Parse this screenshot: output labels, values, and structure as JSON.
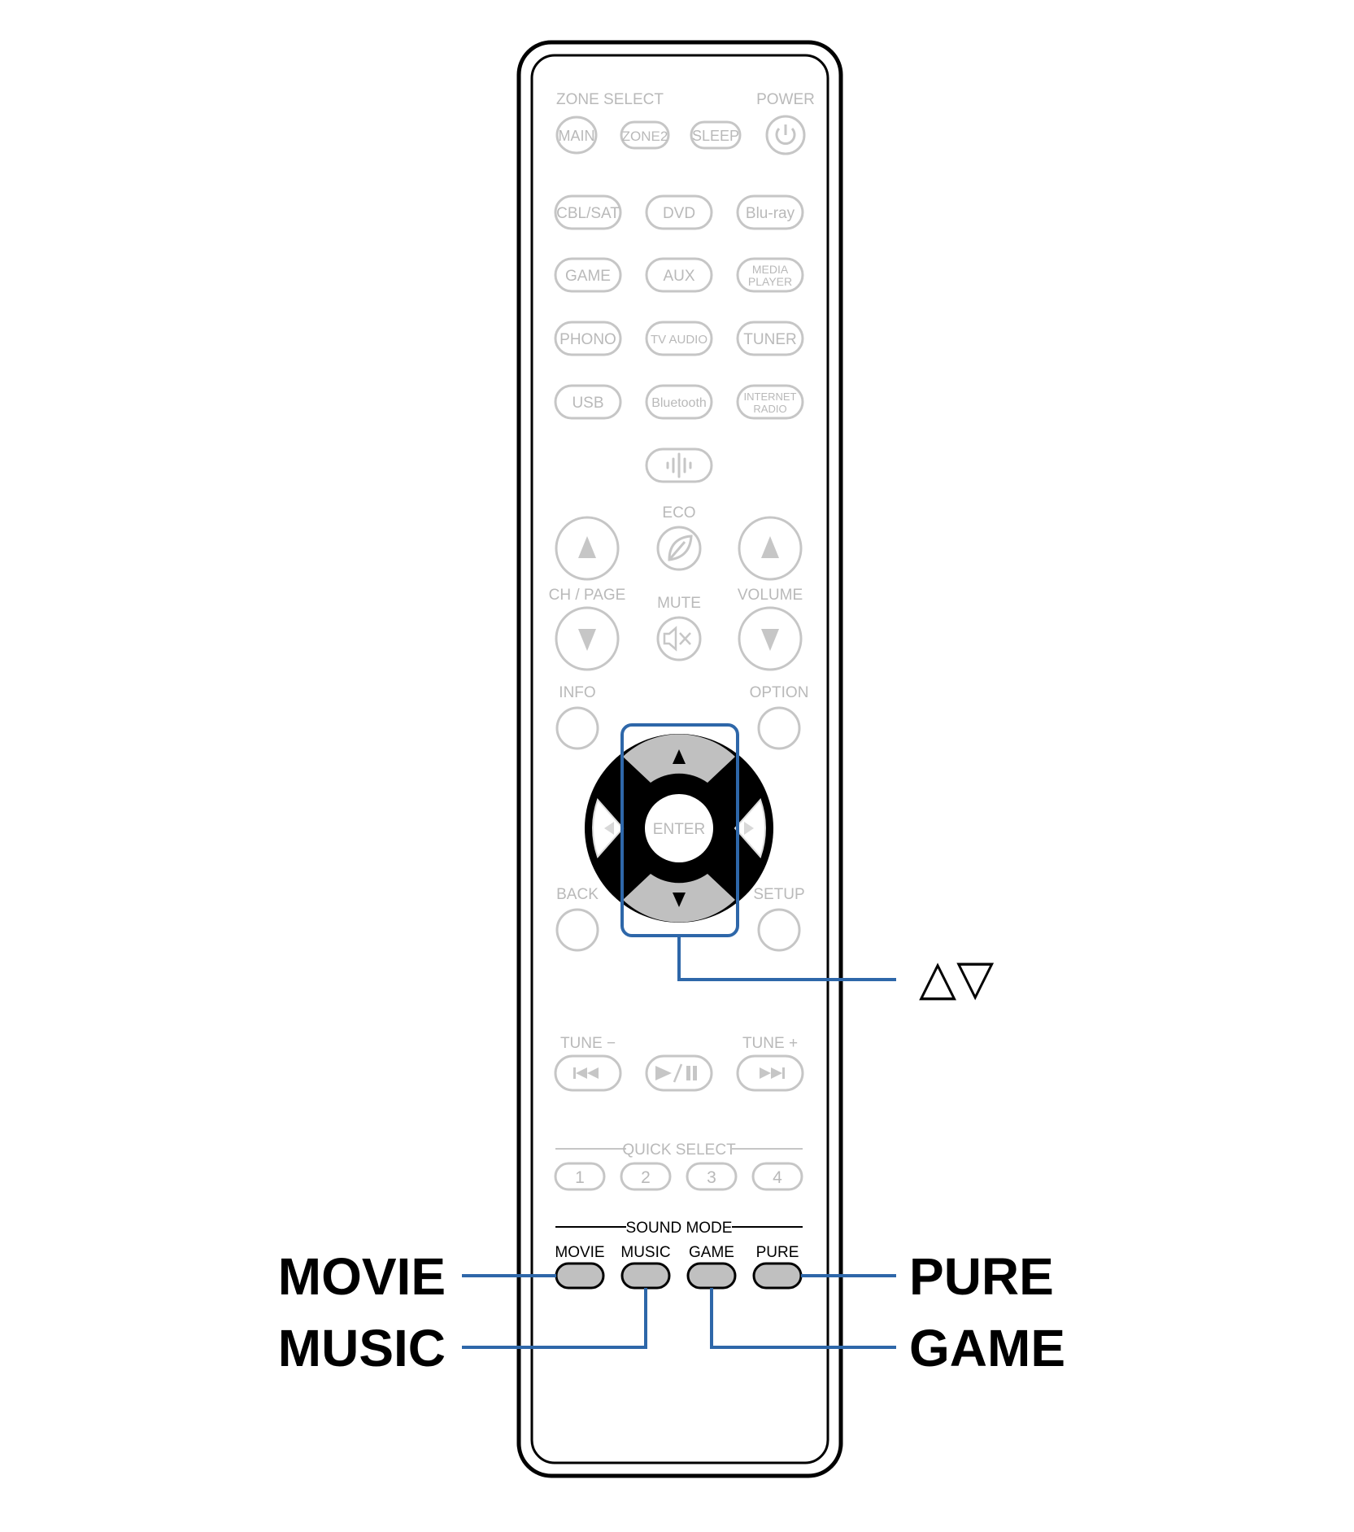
{
  "zone_select": {
    "label": "ZONE SELECT",
    "main": "MAIN",
    "zone2": "ZONE2",
    "sleep": "SLEEP"
  },
  "power": {
    "label": "POWER",
    "icon": "power-icon"
  },
  "inputs": {
    "cbl_sat": "CBL/SAT",
    "dvd": "DVD",
    "bluray": "Blu-ray",
    "game": "GAME",
    "aux": "AUX",
    "media_player_1": "MEDIA",
    "media_player_2": "PLAYER",
    "phono": "PHONO",
    "tv_audio": "TV AUDIO",
    "tuner": "TUNER",
    "usb": "USB",
    "bluetooth": "Bluetooth",
    "internet_radio_1": "INTERNET",
    "internet_radio_2": "RADIO",
    "heos_icon": "heos-icon"
  },
  "eco": {
    "label": "ECO",
    "icon": "leaf-icon"
  },
  "ch_page": {
    "label": "CH / PAGE"
  },
  "mute": {
    "label": "MUTE",
    "icon": "speaker-mute-icon"
  },
  "volume": {
    "label": "VOLUME"
  },
  "info": {
    "label": "INFO"
  },
  "option": {
    "label": "OPTION"
  },
  "cursor": {
    "enter": "ENTER",
    "up_icon": "up-arrow-icon",
    "down_icon": "down-arrow-icon"
  },
  "back": {
    "label": "BACK"
  },
  "setup": {
    "label": "SETUP"
  },
  "tune": {
    "minus": "TUNE −",
    "plus": "TUNE +"
  },
  "quick_select": {
    "label": "QUICK SELECT",
    "buttons": [
      "1",
      "2",
      "3",
      "4"
    ]
  },
  "sound_mode": {
    "label": "SOUND MODE",
    "movie": "MOVIE",
    "music": "MUSIC",
    "game": "GAME",
    "pure": "PURE"
  },
  "callouts": {
    "up_down": "△▽",
    "movie": "MOVIE",
    "music": "MUSIC",
    "pure": "PURE",
    "game": "GAME"
  },
  "colors": {
    "highlight": "#2e67a9",
    "button_fill": "#c0c0c0",
    "faded": "#b9b9b9"
  }
}
